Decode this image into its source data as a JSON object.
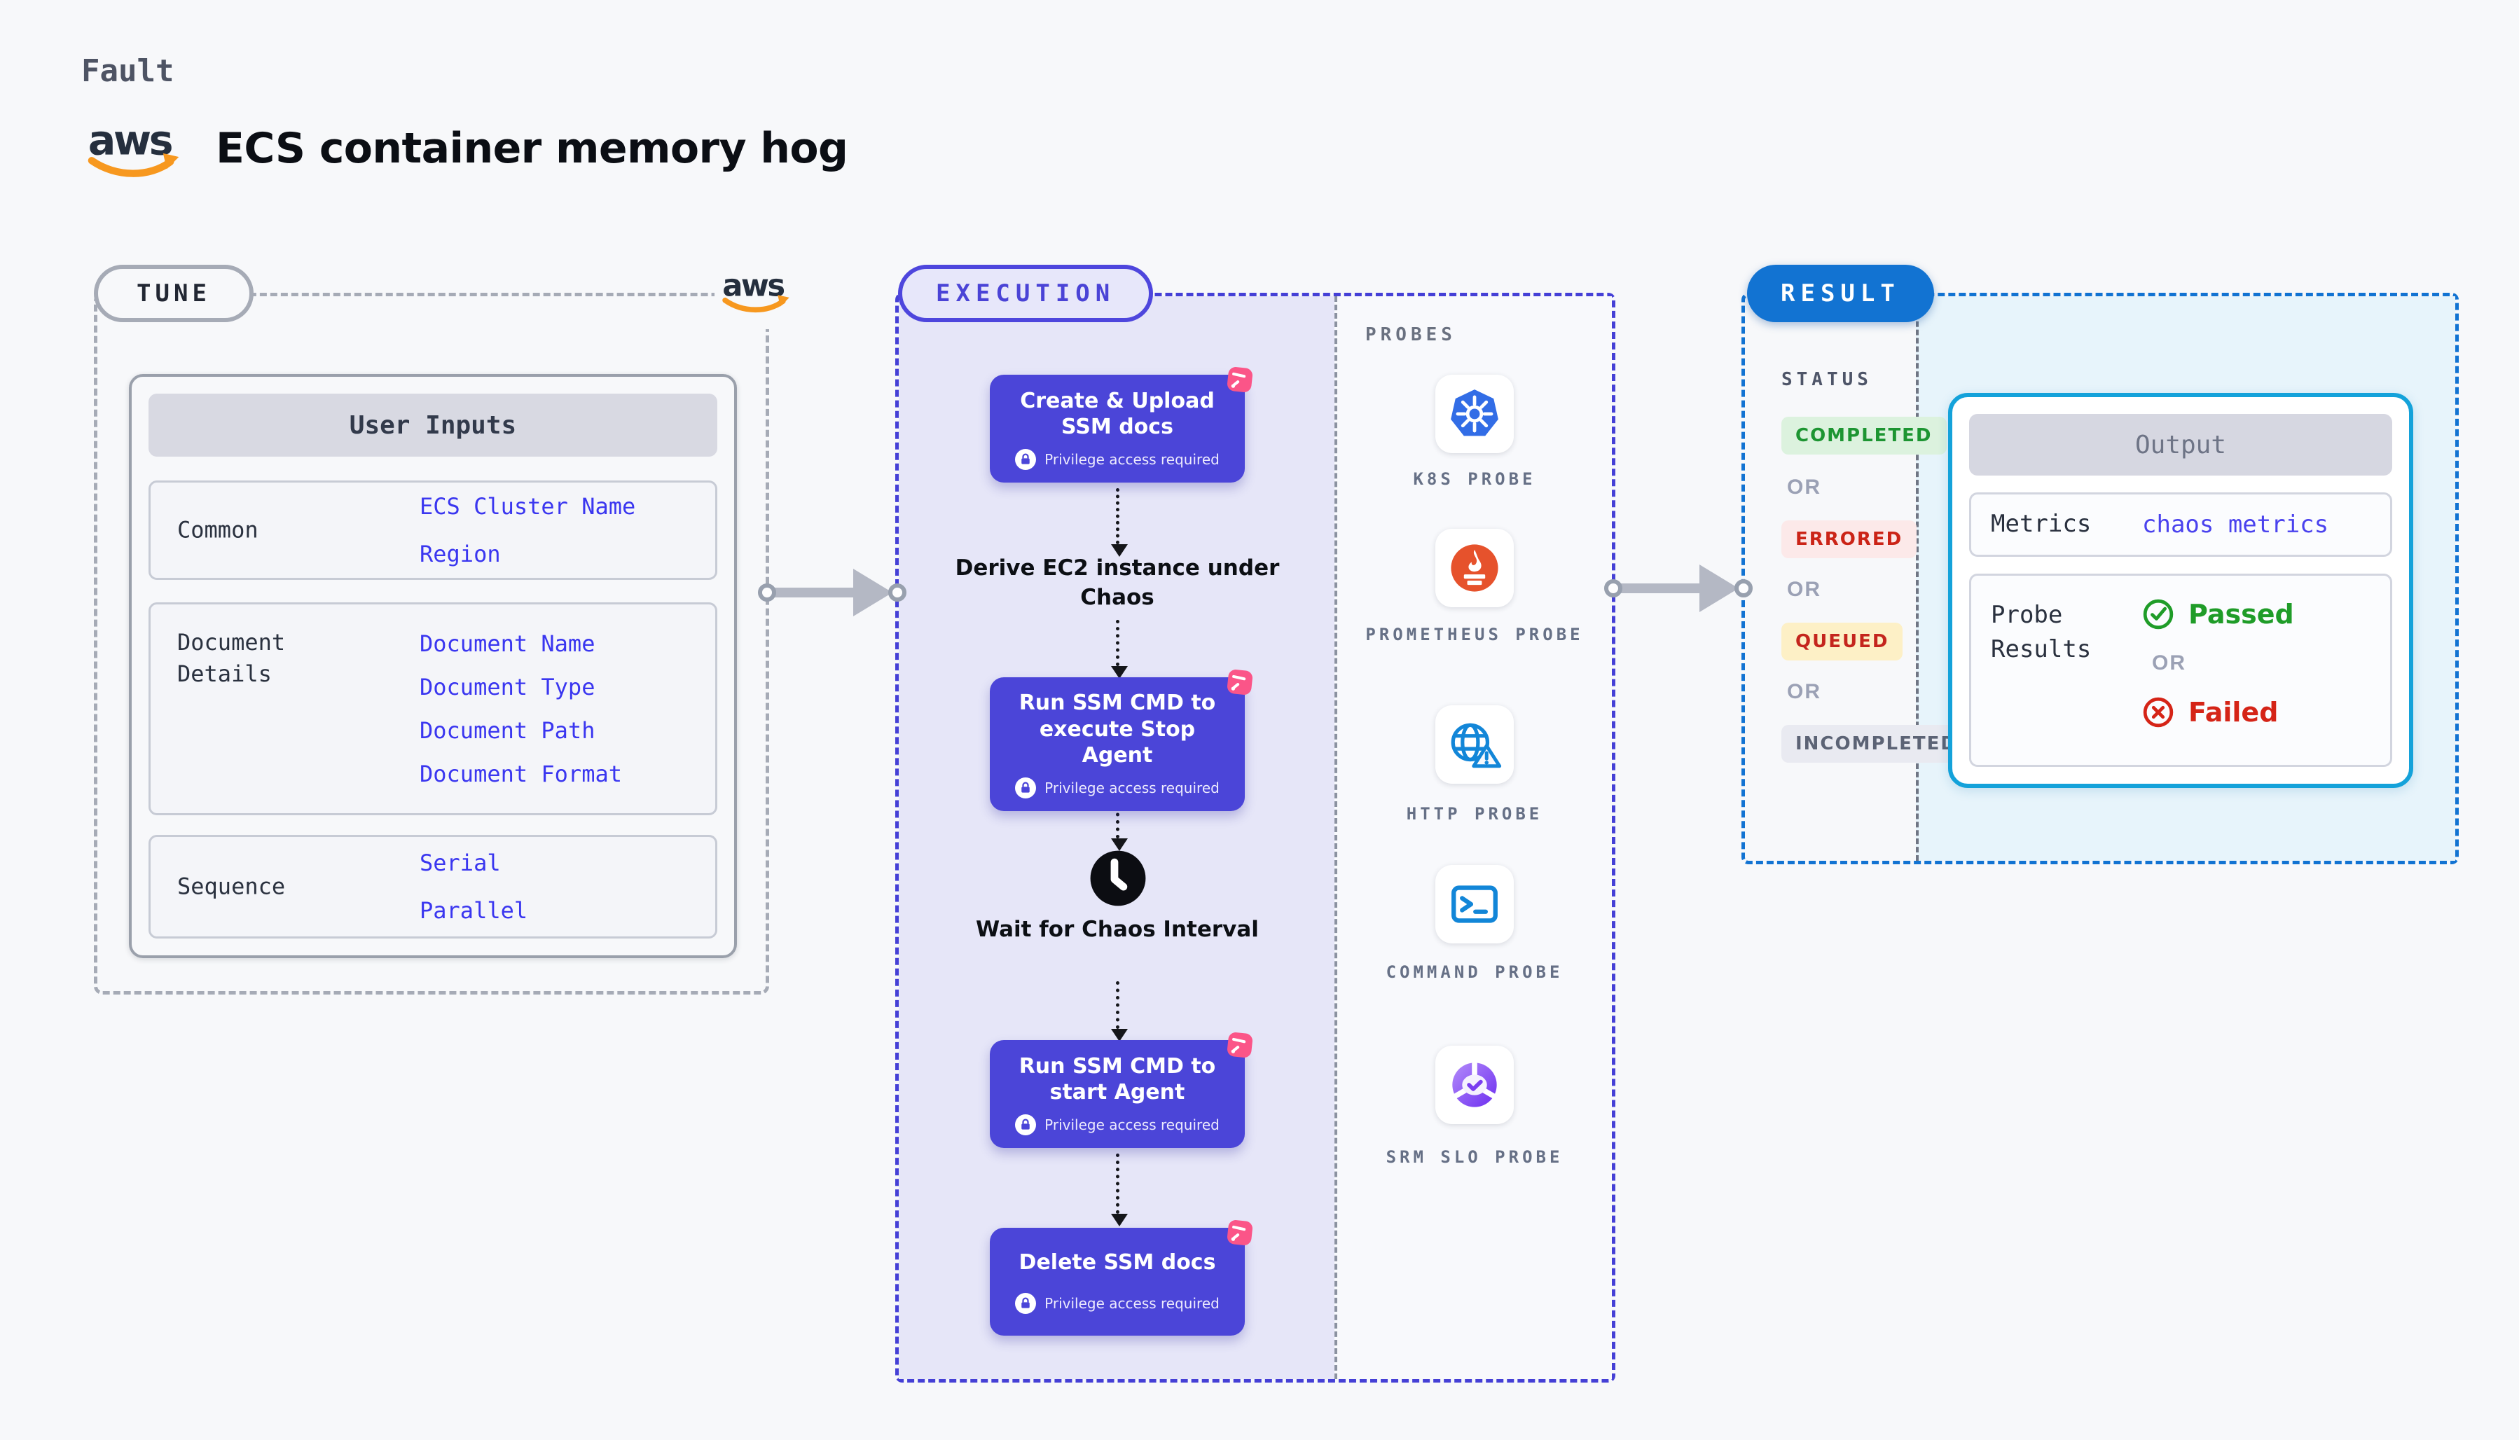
{
  "header": {
    "fault_label": "Fault",
    "aws_wordmark": "aws",
    "title": "ECS container memory hog"
  },
  "tune": {
    "pill": "TUNE",
    "user_inputs": {
      "header": "User Inputs",
      "groups": [
        {
          "label": "Common",
          "links": [
            "ECS Cluster Name",
            "Region"
          ]
        },
        {
          "label": "Document Details",
          "links": [
            "Document Name",
            "Document Type",
            "Document Path",
            "Document Format"
          ]
        },
        {
          "label": "Sequence",
          "links": [
            "Serial",
            "Parallel"
          ]
        }
      ]
    }
  },
  "execution": {
    "pill": "EXECUTION",
    "privilege_label": "Privilege access required",
    "steps": [
      {
        "type": "task",
        "label": "Create & Upload SSM docs"
      },
      {
        "type": "text",
        "label": "Derive EC2 instance under Chaos"
      },
      {
        "type": "task",
        "label": "Run SSM CMD to execute Stop Agent"
      },
      {
        "type": "wait",
        "label": "Wait for Chaos Interval"
      },
      {
        "type": "task",
        "label": "Run SSM CMD to start Agent"
      },
      {
        "type": "task",
        "label": "Delete SSM docs"
      }
    ],
    "probes": {
      "header": "PROBES",
      "items": [
        {
          "label": "K8S PROBE",
          "icon": "kubernetes-icon"
        },
        {
          "label": "PROMETHEUS PROBE",
          "icon": "prometheus-icon"
        },
        {
          "label": "HTTP PROBE",
          "icon": "globe-alert-icon"
        },
        {
          "label": "COMMAND PROBE",
          "icon": "terminal-icon"
        },
        {
          "label": "SRM SLO PROBE",
          "icon": "slo-donut-icon"
        }
      ]
    }
  },
  "result": {
    "pill": "RESULT",
    "status": {
      "header": "STATUS",
      "separator": "OR",
      "badges": [
        {
          "label": "COMPLETED",
          "fg": "#1d9532",
          "bg": "#dcf2de"
        },
        {
          "label": "ERRORED",
          "fg": "#cb2417",
          "bg": "#fce9e9"
        },
        {
          "label": "QUEUED",
          "fg": "#c4251d",
          "bg": "#fdf0c6"
        },
        {
          "label": "INCOMPLETED",
          "fg": "#5c6375",
          "bg": "#e9eaf1"
        }
      ]
    },
    "output": {
      "header": "Output",
      "metrics_label": "Metrics",
      "metrics_value": "chaos metrics",
      "probe_results_label": "Probe Results",
      "passed": "Passed",
      "or": "OR",
      "failed": "Failed"
    }
  },
  "colors": {
    "page_bg": "#f7f8fa",
    "node_indigo": "#4b45d8",
    "execution_border": "#4540d6",
    "execution_bg": "#e6e6f8",
    "probes_bg": "#f8f9fc",
    "result_blue": "#1273d2",
    "output_border": "#14a2da",
    "result_bg": "#e7f4fb",
    "link_blue": "#3a36f0",
    "chaos_pink": "#fb5588",
    "passed_green": "#1f9c28",
    "failed_red": "#d52417",
    "aws_orange": "#f7981f",
    "arrow_gray": "#b4b8c4"
  }
}
